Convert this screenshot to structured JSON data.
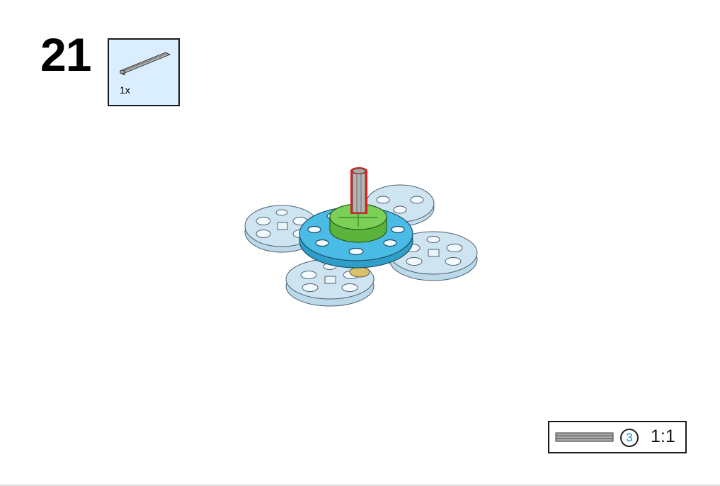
{
  "step": {
    "number": "21"
  },
  "parts_list": {
    "items": [
      {
        "part_icon": "grey-axle-icon",
        "quantity": "1x"
      }
    ]
  },
  "callout": {
    "part_icon": "grey-axle-length-icon",
    "length": "3",
    "scale": "1:1"
  },
  "model": {
    "icon": "spinner-assembly-icon"
  },
  "colors": {
    "parts_box_bg": "#dbeeff",
    "axle_grey": "#a9aaa8",
    "highlight_red": "#e11e1e",
    "bushing_green": "#6cc24a",
    "disc_blue": "#46b9e3",
    "trans_disc": "#b7d7ea",
    "length_number": "#1a8fd8"
  }
}
